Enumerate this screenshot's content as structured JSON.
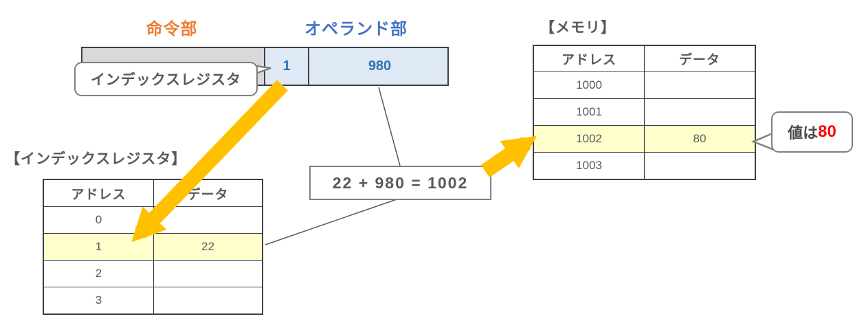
{
  "instruction_word": {
    "opcode_label": "命令部",
    "operand_label": "オペランド部",
    "index_register_field": "1",
    "operand_field": "980"
  },
  "index_register_callout": "インデックスレジスタ",
  "index_register_table": {
    "title": "【インデックスレジスタ】",
    "address_header": "アドレス",
    "data_header": "データ",
    "rows": [
      {
        "address": "0",
        "data": ""
      },
      {
        "address": "1",
        "data": "22"
      },
      {
        "address": "2",
        "data": ""
      },
      {
        "address": "3",
        "data": ""
      }
    ]
  },
  "memory_table": {
    "title": "【メモリ】",
    "address_header": "アドレス",
    "data_header": "データ",
    "rows": [
      {
        "address": "1000",
        "data": ""
      },
      {
        "address": "1001",
        "data": ""
      },
      {
        "address": "1002",
        "data": "80"
      },
      {
        "address": "1003",
        "data": ""
      }
    ]
  },
  "calculation": "22 + 980 = 1002",
  "value_callout": {
    "prefix": "値は",
    "value": "80"
  },
  "colors": {
    "arrow": "#FFC000",
    "highlight_row": "#FFFFCC",
    "operand_fill": "#DEE9F5",
    "opcode_fill": "#D9D9D9",
    "opcode_label_color": "#ED7D31",
    "operand_label_color": "#4472C4",
    "value_color": "#FF0000"
  }
}
